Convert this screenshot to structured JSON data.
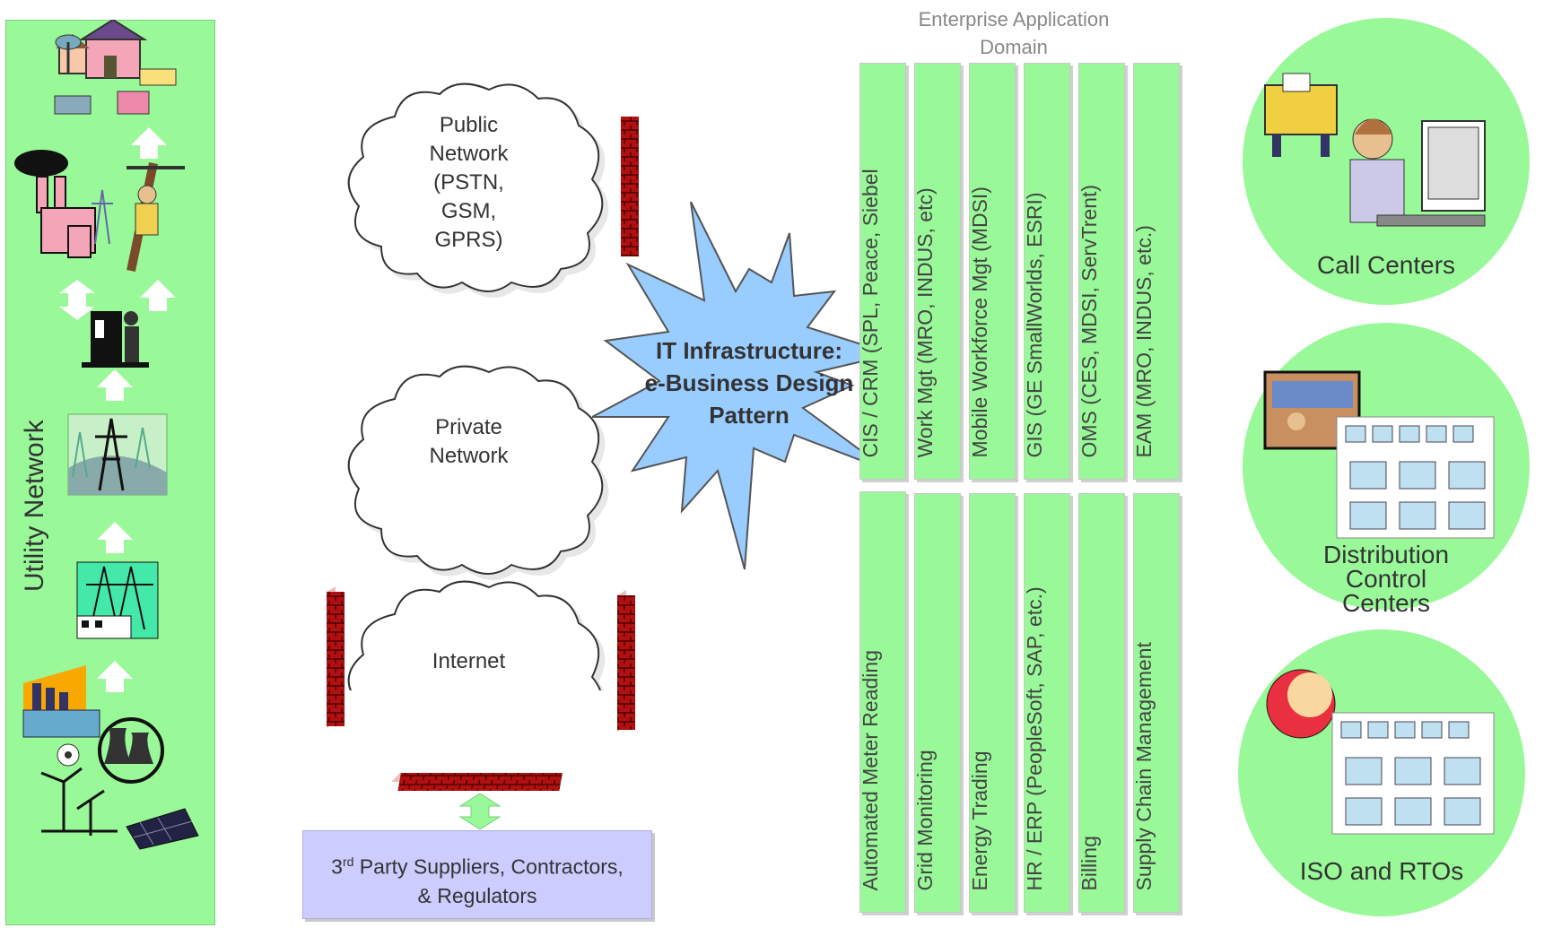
{
  "utility_network": {
    "label": "Utility Network"
  },
  "clouds": {
    "public": [
      "Public",
      "Network",
      "(PSTN,",
      "GSM,",
      "GPRS)"
    ],
    "private": [
      "Private",
      "Network"
    ],
    "internet": [
      "Internet"
    ]
  },
  "third_party": {
    "ordinal": "3",
    "ordinal_suffix": "rd",
    "line1_rest": " Party Suppliers, Contractors,",
    "line2": "& Regulators"
  },
  "it_infrastructure": [
    "IT Infrastructure:",
    "e-Business Design",
    "Pattern"
  ],
  "enterprise_domain": {
    "title_line1": "Enterprise Application",
    "title_line2": "Domain"
  },
  "top_apps": [
    "CIS / CRM (SPL, Peace, Siebel",
    "Work Mgt (MRO, INDUS, etc)",
    "Mobile Workforce Mgt (MDSI)",
    "GIS (GE SmallWorlds, ESRI)",
    "OMS (CES, MDSI, ServTrent)",
    "EAM (MRO, INDUS, etc.)"
  ],
  "bottom_apps": [
    "Automated Meter Reading",
    "Grid Monitoring",
    "Energy Trading",
    "HR / ERP (PeopleSoft, SAP, etc.)",
    "Billing",
    "Supply Chain Management"
  ],
  "centers": {
    "call": "Call Centers",
    "distribution": [
      "Distribution",
      "Control",
      "Centers"
    ],
    "iso": "ISO and RTOs"
  },
  "icons": [
    "houses-icon",
    "power-plant-icon",
    "lineman-icon",
    "technician-icon",
    "transmission-tower-icon",
    "substation-icon",
    "factory-icon",
    "nuclear-icon",
    "wind-turbine-icon",
    "solar-panel-icon",
    "firewall-icon",
    "call-center-agent-icon",
    "control-room-icon"
  ],
  "colors": {
    "green": "#99f999",
    "lavender": "#ccccff",
    "star": "#99ccff",
    "firewall": "#b01010"
  }
}
